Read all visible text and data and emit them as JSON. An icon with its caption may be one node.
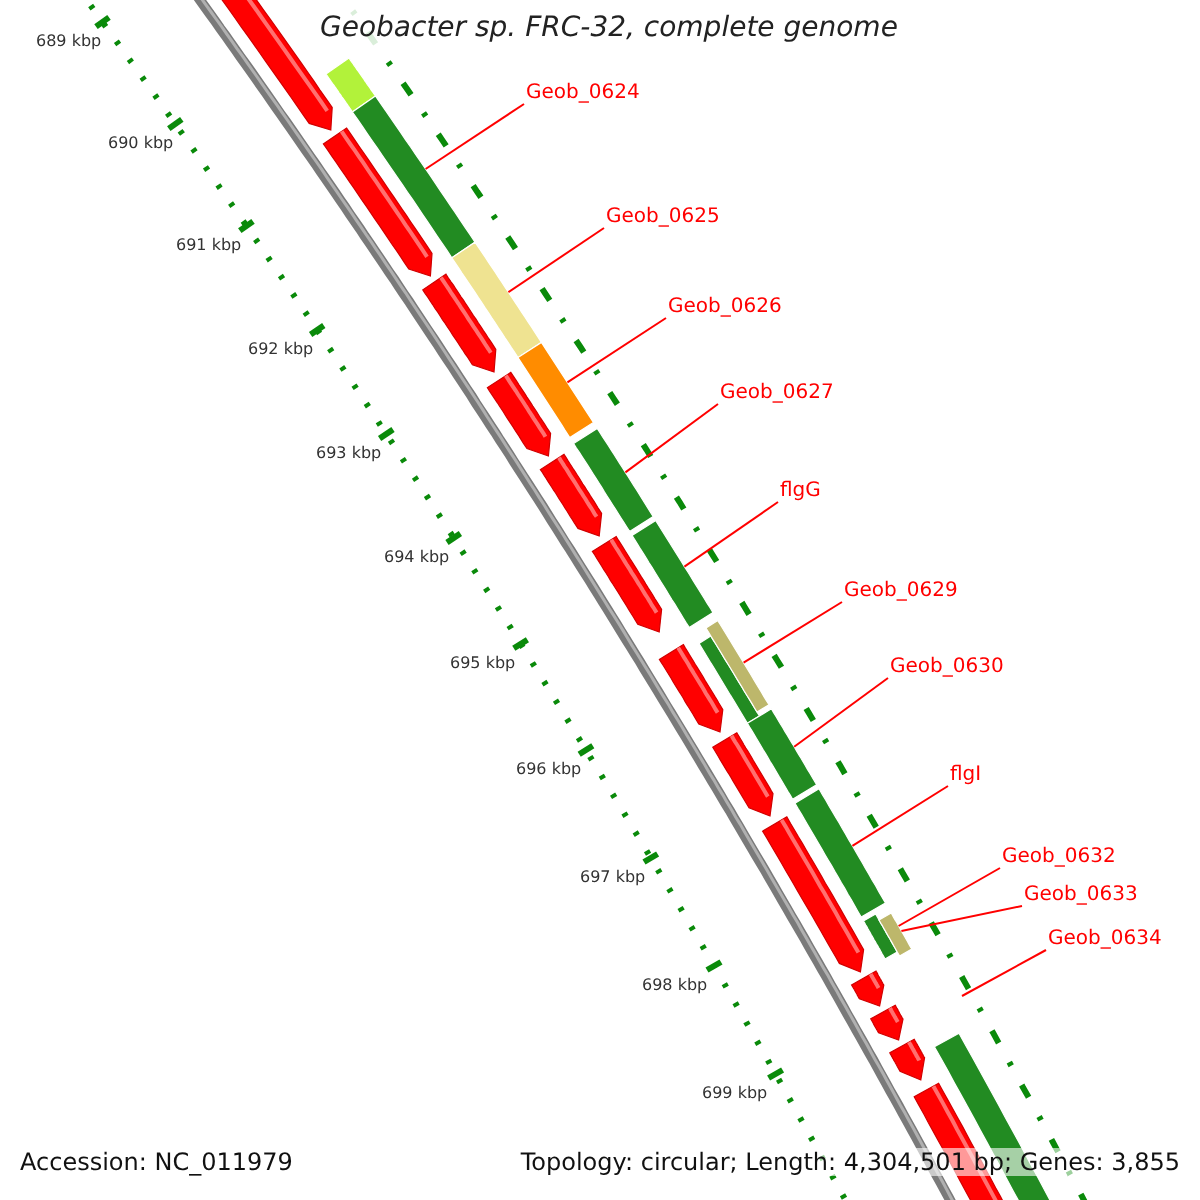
{
  "diagram": {
    "title": "Geobacter sp. FRC-32, complete genome",
    "nodes": [
      {
        "text": [
          "Geob_0624"
        ]
      },
      {
        "text": [
          "Geob_0625"
        ]
      },
      {
        "text": [
          "Geob_0626"
        ]
      },
      {
        "text": [
          "Geob_0627"
        ]
      },
      {
        "text": [
          "flgG"
        ]
      },
      {
        "text": [
          "Geob_0629"
        ]
      },
      {
        "text": [
          "Geob_0630"
        ]
      },
      {
        "text": [
          "flgI"
        ]
      },
      {
        "text": [
          "Geob_0632"
        ]
      },
      {
        "text": [
          "Geob_0633"
        ]
      },
      {
        "text": [
          "Geob_0634"
        ]
      },
      {
        "text": [],
        "shape": "bar"
      },
      {
        "text": [],
        "shape": "bar"
      },
      {
        "text": [],
        "shape": "bar"
      },
      {
        "text": [],
        "shape": "bar"
      },
      {
        "text": [],
        "shape": "bar"
      },
      {
        "text": [],
        "shape": "bar"
      },
      {
        "text": [],
        "shape": "bar"
      },
      {
        "text": [],
        "shape": "bar"
      },
      {
        "text": [],
        "shape": "bar"
      },
      {
        "text": [],
        "shape": "bar"
      },
      {
        "text": [],
        "shape": "bar"
      },
      {
        "text": [],
        "shape": "bar"
      },
      {
        "text": [],
        "shape": "bar"
      }
    ],
    "edges": [
      {
        "from": 0,
        "to": 12,
        "arrow": "none"
      },
      {
        "from": 1,
        "to": 13,
        "arrow": "none"
      },
      {
        "from": 2,
        "to": 14,
        "arrow": "none"
      },
      {
        "from": 3,
        "to": 15,
        "arrow": "none"
      },
      {
        "from": 4,
        "to": 16,
        "arrow": "none"
      },
      {
        "from": 5,
        "to": 18,
        "arrow": "none"
      },
      {
        "from": 6,
        "to": 19,
        "arrow": "none"
      },
      {
        "from": 7,
        "to": 20,
        "arrow": "none"
      },
      {
        "from": 8,
        "to": 21,
        "arrow": "none"
      },
      {
        "from": 9,
        "to": 22,
        "arrow": "none"
      },
      {
        "from": 10,
        "to": null,
        "arrow": "none"
      }
    ],
    "labels": [
      "689 kbp",
      "690 kbp",
      "691 kbp",
      "692 kbp",
      "693 kbp",
      "694 kbp",
      "695 kbp",
      "696 kbp",
      "697 kbp",
      "698 kbp",
      "699 kbp",
      "Accession: NC_011979",
      "Topology: circular; Length: 4,304,501 bp; Genes: 3,855"
    ]
  }
}
